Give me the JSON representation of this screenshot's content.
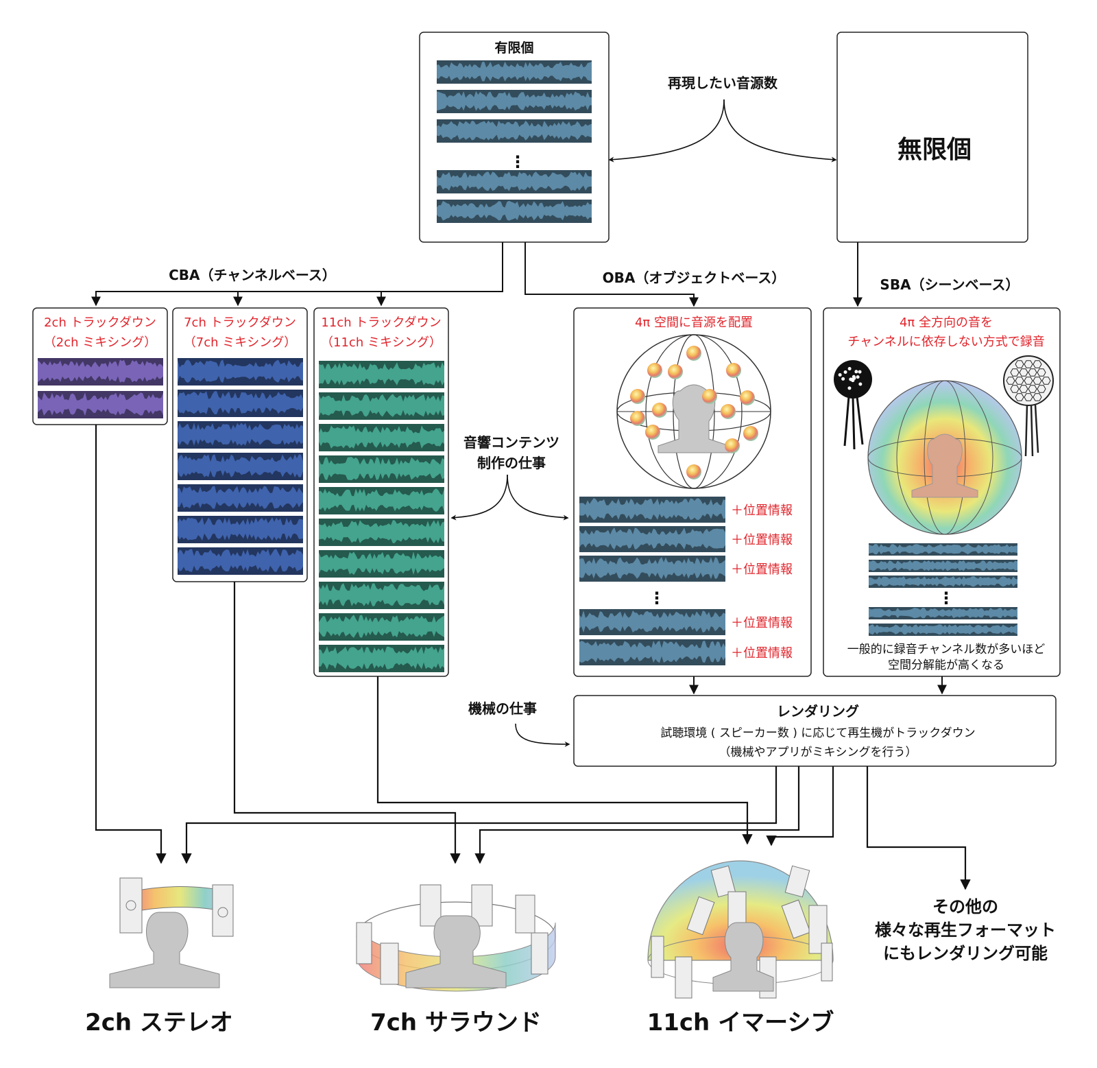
{
  "top": {
    "finite_label": "有限個",
    "infinite_label": "無限個",
    "source_count_label": "再現したい音源数",
    "ellipsis": "⋮"
  },
  "approaches": {
    "cba": "CBA（チャンネルベース）",
    "oba": "OBA（オブジェクトベース）",
    "sba": "SBA（シーンベース）"
  },
  "cba_boxes": [
    {
      "line1": "2ch トラックダウン",
      "line2": "（2ch ミキシング）",
      "tracks": 2,
      "color": "#7a64b8"
    },
    {
      "line1": "7ch トラックダウン",
      "line2": "（7ch ミキシング）",
      "tracks": 7,
      "color": "#3f63ad"
    },
    {
      "line1": "11ch トラックダウン",
      "line2": "（11ch ミキシング）",
      "tracks": 10,
      "color": "#44a48e"
    }
  ],
  "oba_box": {
    "title": "4π 空間に音源を配置",
    "position_info": "＋位置情報",
    "ellipsis": "⋮"
  },
  "sba_box": {
    "title_line1": "4π 全方向の音を",
    "title_line2": "チャンネルに依存しない方式で録音",
    "note_line1": "一般的に録音チャンネル数が多いほど",
    "note_line2": "空間分解能が高くなる",
    "ellipsis": "⋮"
  },
  "work_labels": {
    "content_line1": "音響コンテンツ",
    "content_line2": "制作の仕事",
    "machine": "機械の仕事"
  },
  "rendering": {
    "title": "レンダリング",
    "line1": "試聴環境 ( スピーカー数 ) に応じて再生機がトラックダウン",
    "line2": "（機械やアプリがミキシングを行う）"
  },
  "outputs": {
    "stereo": "2ch ステレオ",
    "surround": "7ch サラウンド",
    "immersive": "11ch イマーシブ",
    "other_line1": "その他の",
    "other_line2": "様々な再生フォーマット",
    "other_line3": "にもレンダリング可能"
  },
  "colors": {
    "accent_red": "#e0242b",
    "waveform_blue": "#5d8aa6",
    "waveform_purple": "#7a64b8",
    "waveform_navy": "#3f63ad",
    "waveform_teal": "#44a48e"
  }
}
